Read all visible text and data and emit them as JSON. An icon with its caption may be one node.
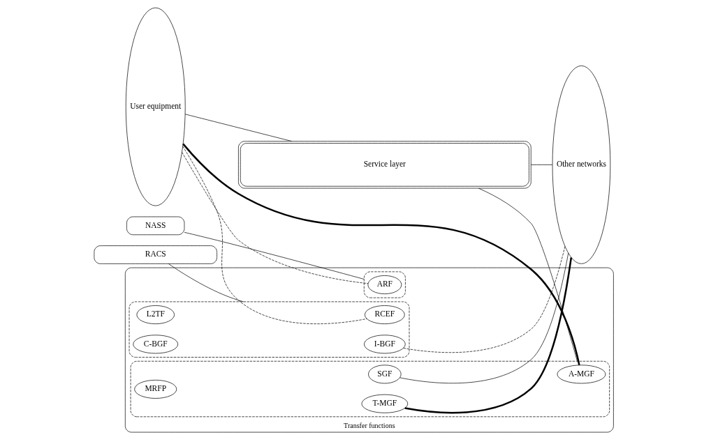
{
  "diagram": {
    "nodes": [
      {
        "text": [
          "User equipment"
        ]
      },
      {
        "text": [
          "Service layer"
        ]
      },
      {
        "text": [
          "NASS"
        ]
      },
      {
        "text": [
          "RACS"
        ]
      },
      {
        "text": [
          "Other networks"
        ]
      },
      {
        "text": [
          "Transfer functions"
        ]
      },
      {
        "text": [],
        "shape": "box",
        "in": 5
      },
      {
        "text": [
          "A-MGF"
        ],
        "in": 6
      },
      {
        "text": [
          "MRFP"
        ],
        "in": 6
      },
      {
        "text": [
          "SGF"
        ],
        "in": 6
      },
      {
        "text": [
          "T-MGF"
        ],
        "in": 6
      },
      {
        "text": [],
        "shape": "box",
        "in": 5
      },
      {
        "text": [
          "ARF"
        ],
        "in": 11
      },
      {
        "text": [],
        "shape": "box",
        "in": 5
      },
      {
        "text": [
          "RCEF"
        ],
        "in": 13
      },
      {
        "text": [
          "L2TF"
        ],
        "in": 13
      },
      {
        "text": [
          "C-BGF"
        ],
        "in": 13
      },
      {
        "text": [
          "I-BGF"
        ],
        "in": 13
      }
    ],
    "edges": [
      {
        "from": 0,
        "to": 1,
        "arrow": "none"
      },
      {
        "from": 1,
        "to": 4,
        "arrow": "none"
      },
      {
        "from": 1,
        "to": 6,
        "arrow": "none"
      },
      {
        "from": 2,
        "to": 11,
        "arrow": "none"
      },
      {
        "from": 3,
        "to": 13,
        "arrow": "none"
      },
      {
        "from": 0,
        "to": 7,
        "arrow": "none",
        "style": "thick"
      },
      {
        "from": 0,
        "to": 12,
        "arrow": "none",
        "style": "dashed"
      },
      {
        "from": 0,
        "to": 14,
        "arrow": "none",
        "style": "dashed"
      },
      {
        "from": 9,
        "to": 4,
        "arrow": "none"
      },
      {
        "from": 10,
        "to": 4,
        "arrow": "none",
        "style": "thick"
      },
      {
        "from": 17,
        "to": 4,
        "arrow": "none",
        "style": "dashed"
      }
    ]
  }
}
